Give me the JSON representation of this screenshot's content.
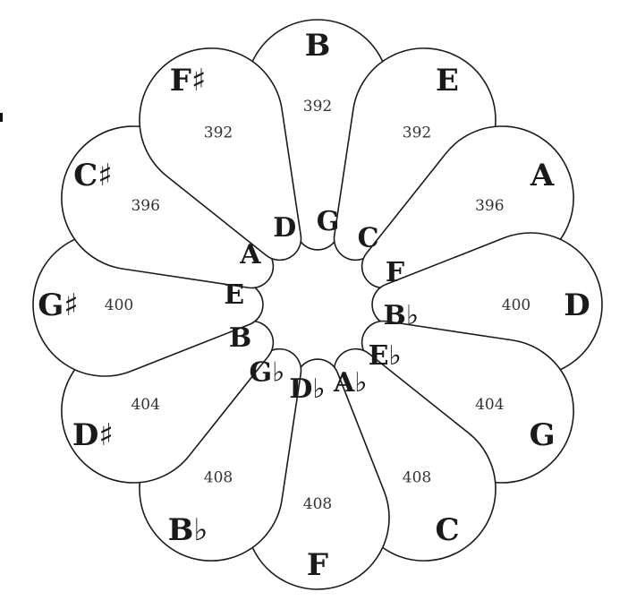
{
  "petals": [
    {
      "outer": "B",
      "inner": "G",
      "value": "392"
    },
    {
      "outer": "E",
      "inner": "C",
      "value": "392"
    },
    {
      "outer": "A",
      "inner": "F",
      "value": "396"
    },
    {
      "outer": "D",
      "inner": "B♭",
      "value": "400"
    },
    {
      "outer": "G",
      "inner": "E♭",
      "value": "404"
    },
    {
      "outer": "C",
      "inner": "A♭",
      "value": "408"
    },
    {
      "outer": "F",
      "inner": "D♭",
      "value": "408"
    },
    {
      "outer": "B♭",
      "inner": "G♭",
      "value": "408"
    },
    {
      "outer": "D♯",
      "inner": "B",
      "value": "404"
    },
    {
      "outer": "G♯",
      "inner": "E",
      "value": "400"
    },
    {
      "outer": "C♯",
      "inner": "A",
      "value": "396"
    },
    {
      "outer": "F♯",
      "inner": "D",
      "value": "392"
    }
  ]
}
